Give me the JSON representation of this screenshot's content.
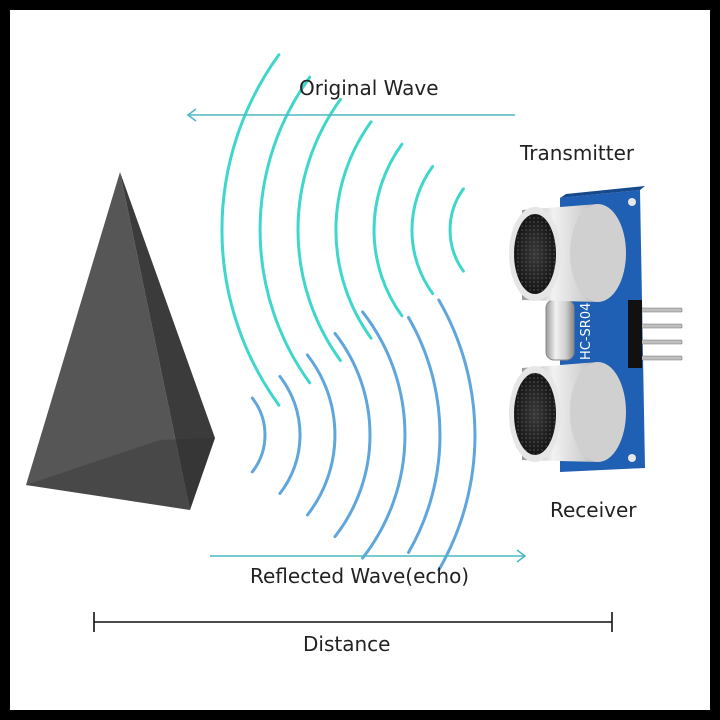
{
  "labels": {
    "original_wave": "Original Wave",
    "transmitter": "Transmitter",
    "receiver": "Receiver",
    "reflected_wave": "Reflected Wave(echo)",
    "distance": "Distance",
    "board_marking": "HC-SR04"
  },
  "colors": {
    "background": "#ffffff",
    "border": "#000000",
    "pyramid_light": "#545454",
    "pyramid_dark": "#3a3a3a",
    "pyramid_base": "#2a2a2a",
    "original_wave": "#3fd6cc",
    "reflected_wave": "#5ea6dc",
    "arrow": "#4fb8c4",
    "pcb": "#1f5fb4",
    "sensor_metal": "#d8d8d8",
    "dimension_line": "#111111"
  },
  "icons": {
    "object": "pyramid-icon",
    "sensor": "ultrasonic-sensor-icon"
  }
}
